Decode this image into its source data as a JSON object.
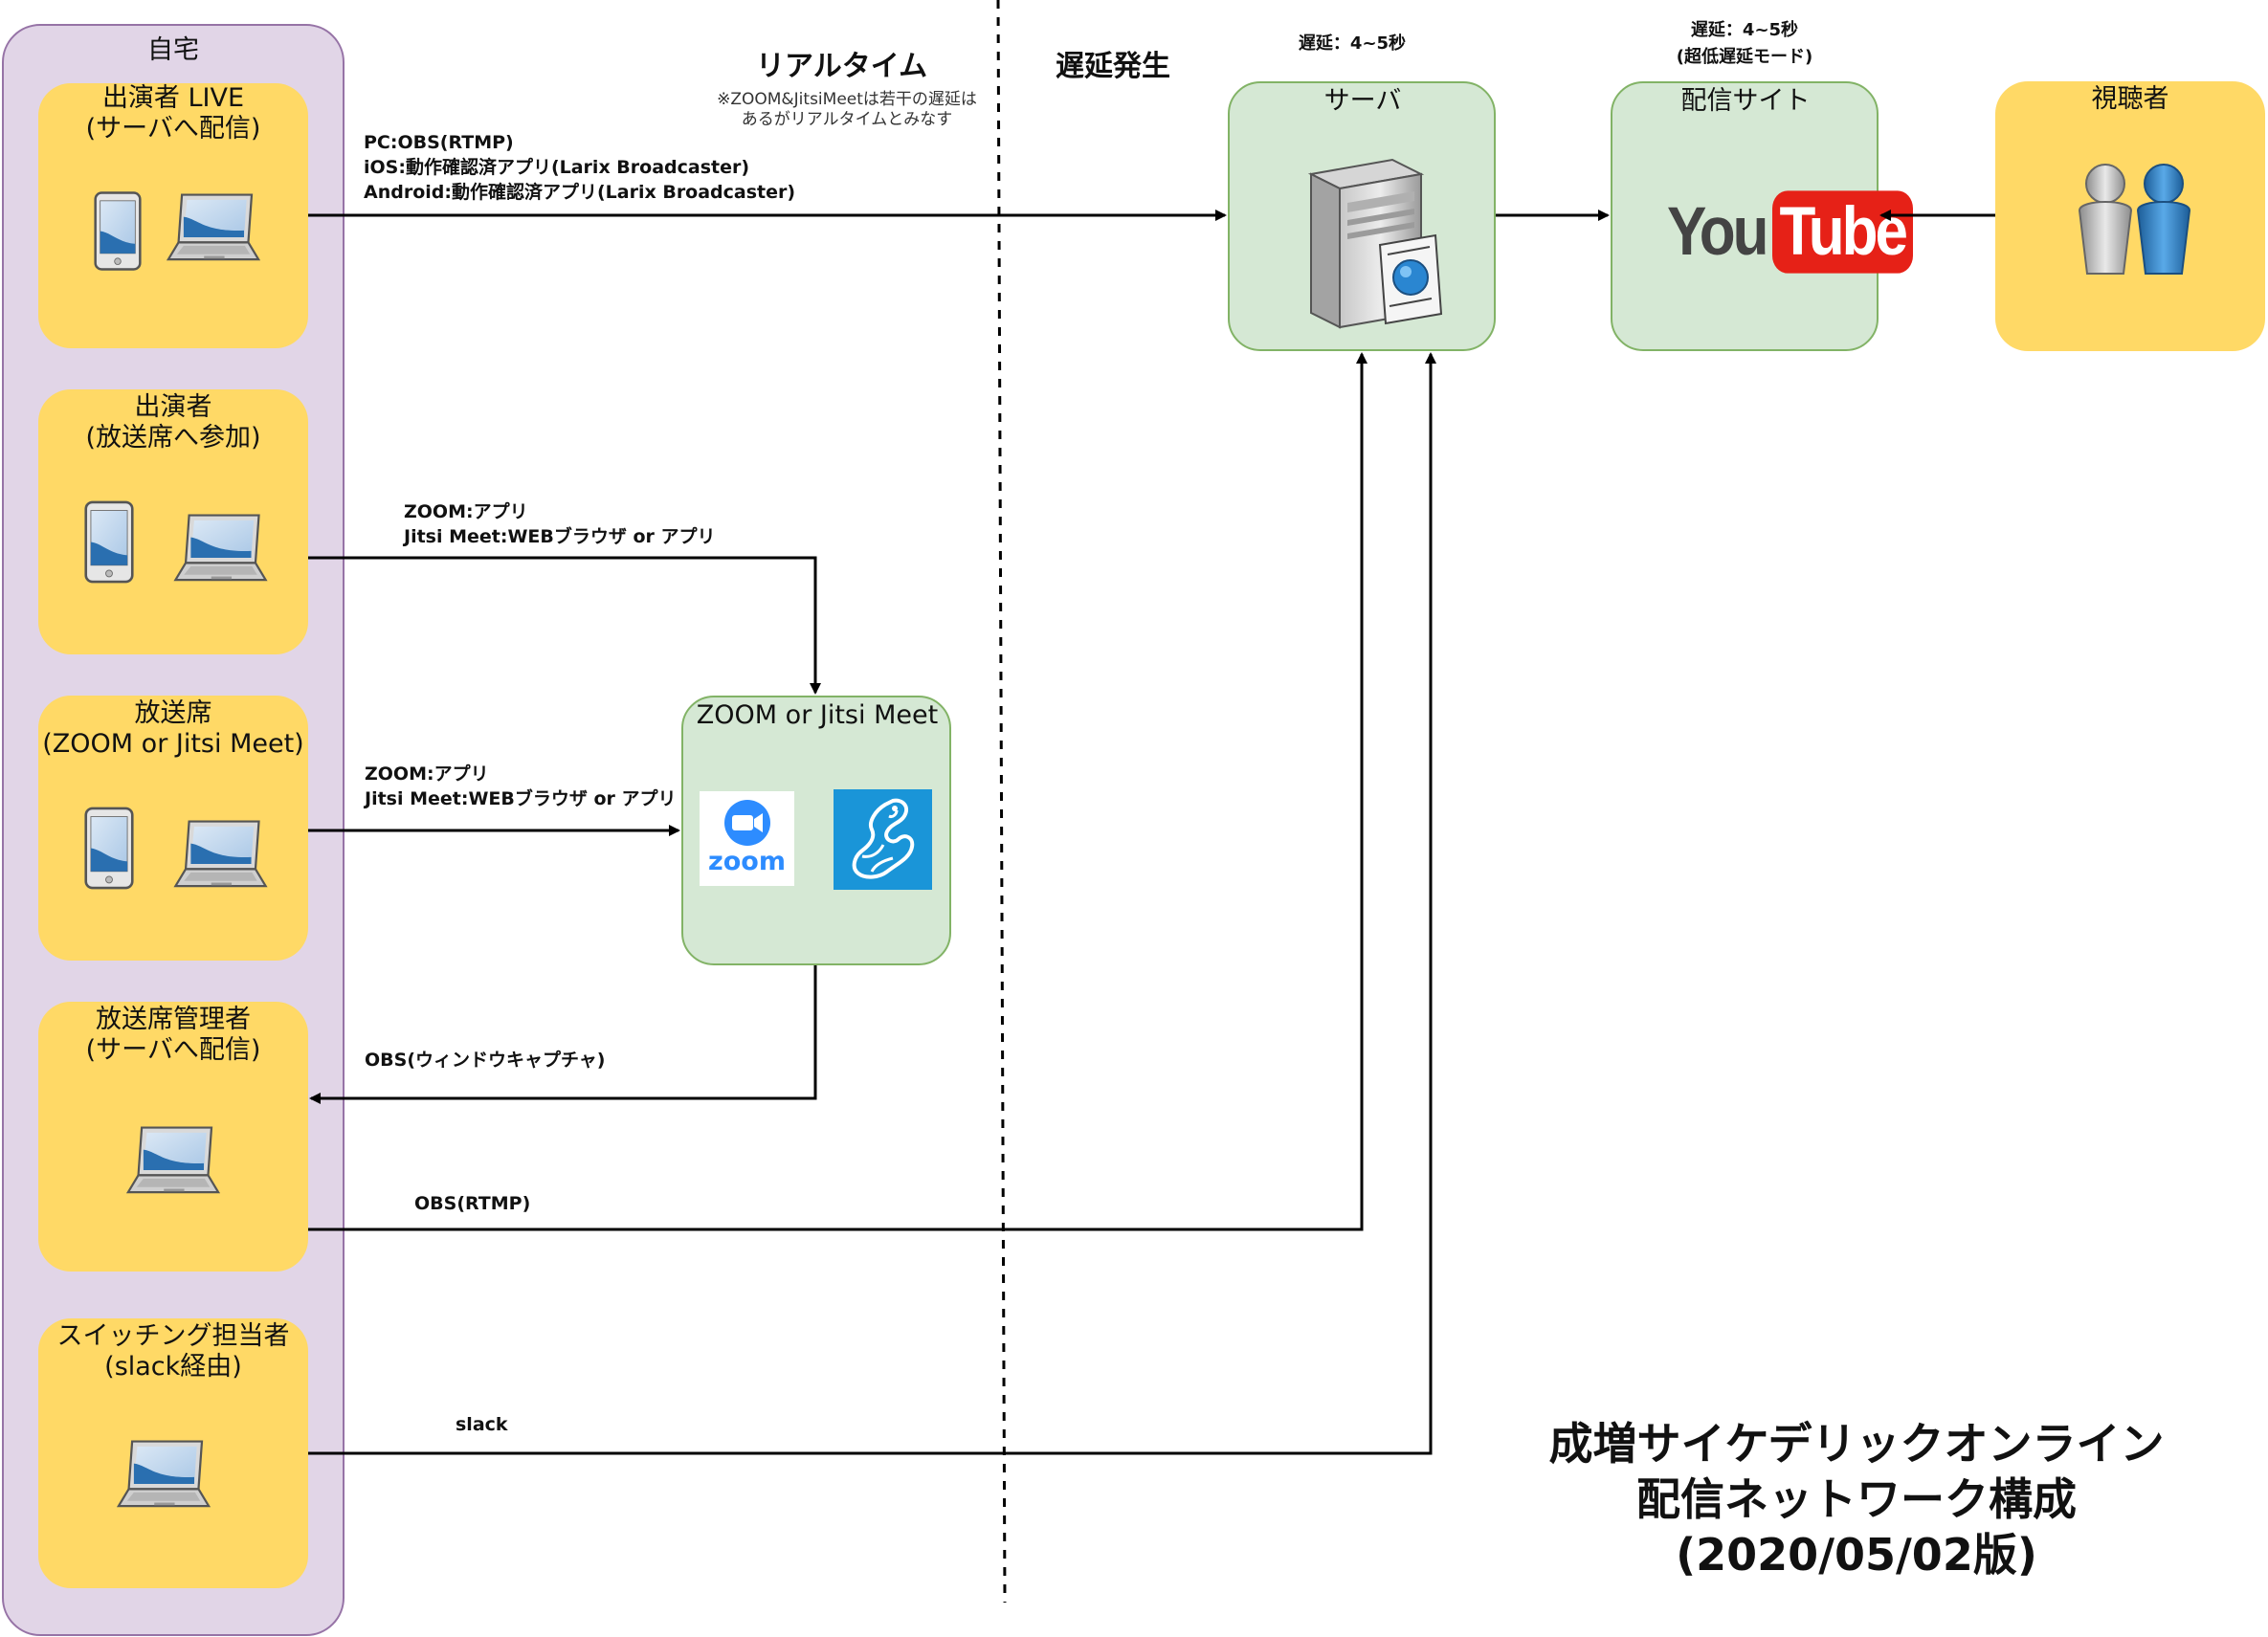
{
  "home": {
    "label": "自宅"
  },
  "actors": {
    "performer_live": {
      "label": "出演者 LIVE\n(サーバへ配信)"
    },
    "performer_guest": {
      "label": "出演者\n(放送席へ参加)"
    },
    "booth": {
      "label": "放送席\n(ZOOM or Jitsi Meet)"
    },
    "booth_admin": {
      "label": "放送席管理者\n(サーバへ配信)"
    },
    "switcher": {
      "label": "スイッチング担当者\n(slack経由)"
    }
  },
  "services": {
    "conference": {
      "label": "ZOOM or Jitsi Meet",
      "zoom_logo_text": "zoom"
    },
    "server": {
      "label": "サーバ"
    },
    "site": {
      "label": "配信サイト",
      "logo_you": "You",
      "logo_tube": "Tube"
    },
    "viewers": {
      "label": "視聴者"
    }
  },
  "edges": {
    "live_to_server": "PC:OBS(RTMP)\niOS:動作確認済アプリ(Larix Broadcaster)\nAndroid:動作確認済アプリ(Larix Broadcaster)",
    "guest_to_conf": "ZOOM:アプリ\nJitsi Meet:WEBブラウザ or アプリ",
    "booth_to_conf": "ZOOM:アプリ\nJitsi Meet:WEBブラウザ or アプリ",
    "conf_to_admin": "OBS(ウィンドウキャプチャ)",
    "admin_to_server": "OBS(RTMP)",
    "switcher_to_server": "slack"
  },
  "headers": {
    "realtime": "リアルタイム",
    "realtime_note": "※ZOOM&JitsiMeetは若干の遅延は\nあるがリアルタイムとみなす",
    "delay": "遅延発生"
  },
  "latency": {
    "server": "遅延：4~5秒",
    "site": "遅延：4~5秒\n(超低遅延モード)"
  },
  "title": {
    "line1": "成増サイケデリックオンライン",
    "line2": "配信ネットワーク構成",
    "line3": "(2020/05/02版)"
  },
  "colors": {
    "home_fill": "#e1d5e7",
    "actor_fill": "#ffd966",
    "service_fill": "#d5e8d4",
    "youtube_red": "#e62117",
    "device_blue": "#2a6fb0"
  },
  "icons": {
    "tablet": "tablet-icon",
    "laptop": "laptop-icon",
    "server": "server-icon",
    "youtube": "youtube-logo-icon",
    "zoom": "zoom-logo-icon",
    "jitsi": "jitsi-logo-icon",
    "users": "users-icon"
  }
}
